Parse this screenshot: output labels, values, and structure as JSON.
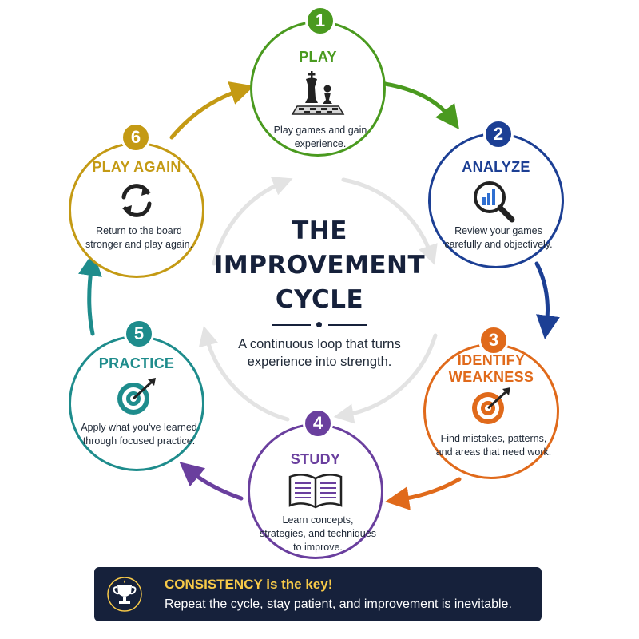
{
  "center": {
    "title_lines": [
      "THE",
      "IMPROVEMENT",
      "CYCLE"
    ],
    "subtitle": "A continuous loop that turns experience into strength."
  },
  "steps": [
    {
      "number": "1",
      "title": "PLAY",
      "icon": "chess-pieces-icon",
      "color": "#4a9a1f",
      "description": "Play games and gain experience."
    },
    {
      "number": "2",
      "title": "ANALYZE",
      "icon": "magnifier-chart-icon",
      "color": "#1c3f94",
      "description": "Review your games carefully and objectively."
    },
    {
      "number": "3",
      "title": "IDENTIFY WEAKNESS",
      "icon": "target-arrow-icon",
      "color": "#e06a1b",
      "description": "Find mistakes, patterns, and areas that need work."
    },
    {
      "number": "4",
      "title": "STUDY",
      "icon": "open-book-icon",
      "color": "#6a3f9e",
      "description": "Learn concepts, strategies, and techniques to improve."
    },
    {
      "number": "5",
      "title": "PRACTICE",
      "icon": "target-arrow-icon",
      "color": "#1e8c8c",
      "description": "Apply what you've learned through focused practice."
    },
    {
      "number": "6",
      "title": "PLAY AGAIN",
      "icon": "refresh-arrows-icon",
      "color": "#c49a14",
      "description": "Return to the board stronger and play again."
    }
  ],
  "banner": {
    "icon": "trophy-icon",
    "headline_strong": "CONSISTENCY",
    "headline_rest": " is the key!",
    "message": "Repeat the cycle, stay patient, and improvement is inevitable.",
    "background": "#16213b",
    "accent": "#f7c948"
  }
}
